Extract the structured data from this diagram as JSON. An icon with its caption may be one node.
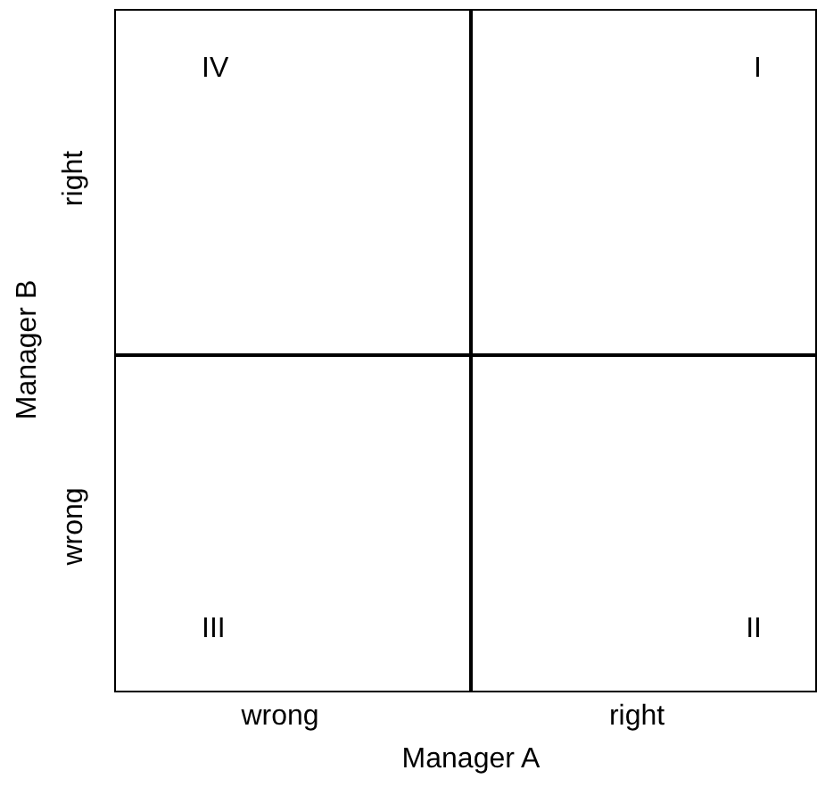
{
  "diagram": {
    "nodes": [
      {
        "text": [
          "IV"
        ]
      },
      {
        "text": [
          "I"
        ]
      },
      {
        "text": [
          "III"
        ]
      },
      {
        "text": [
          "II"
        ]
      }
    ],
    "labels": [
      "right",
      "Manager B",
      "wrong",
      "wrong",
      "right",
      "Manager A"
    ]
  }
}
